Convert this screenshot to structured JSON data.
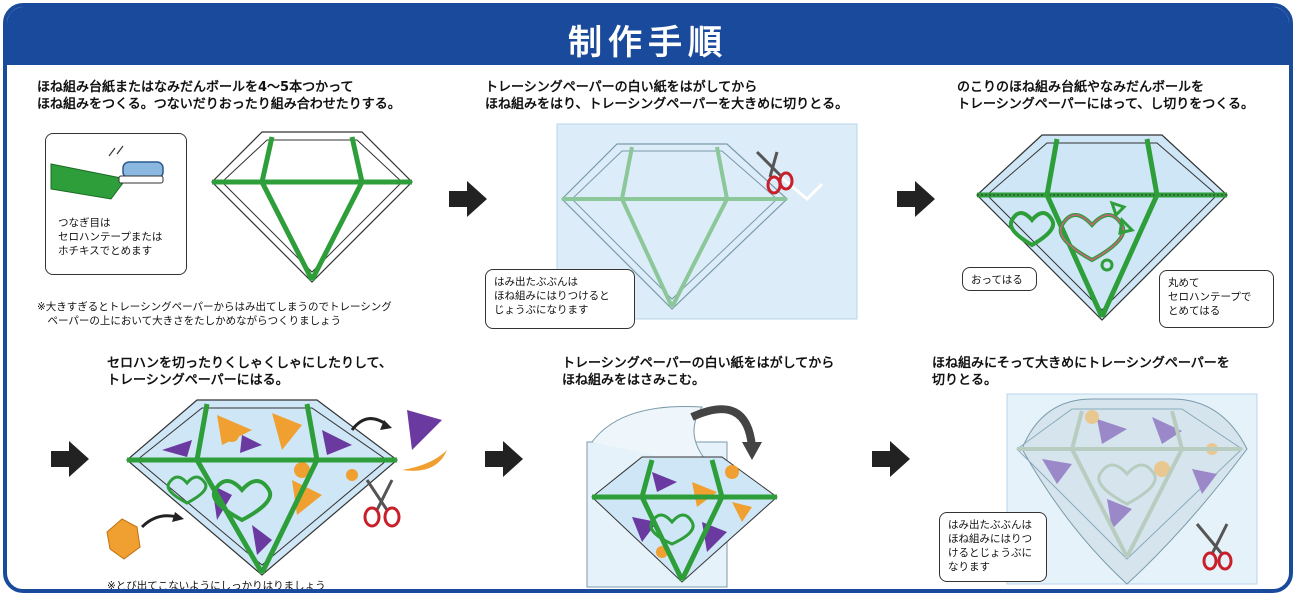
{
  "title": "制作手順",
  "steps": [
    {
      "caption": "ほね組み台紙またはなみだんボールを4〜5本つかって\nほね組みをつくる。つないだりおったり組み合わせたりする。",
      "bubble": "つなぎ目は\nセロハンテープまたは\nホチキスでとめます",
      "note": "※大きすぎるとトレーシングペーパーからはみ出てしまうのでトレーシング\n　ペーパーの上において大きさをたしかめながらつくりましょう"
    },
    {
      "caption": "トレーシングペーパーの白い紙をはがしてから\nほね組みをはり、トレーシングペーパーを大きめに切りとる。",
      "bubble": "はみ出たぶぶんは\nほね組みにはりつけると\nじょうぶになります"
    },
    {
      "caption": "のこりのほね組み台紙やなみだんボールを\nトレーシングペーパーにはって、し切りをつくる。",
      "bubble_left": "おってはる",
      "bubble_right": "丸めて\nセロハンテープで\nとめてはる"
    },
    {
      "caption": "セロハンを切ったりくしゃくしゃにしたりして、\nトレーシングペーパーにはる。",
      "note": "※とび出てこないようにしっかりはりましょう"
    },
    {
      "caption": "トレーシングペーパーの白い紙をはがしてから\nほね組みをはさみこむ。"
    },
    {
      "caption": "ほね組みにそって大きめにトレーシングペーパーを\n切りとる。",
      "bubble": "はみ出たぶぶんは\nほね組みにはりつ\nけるとじょうぶに\nなります"
    }
  ],
  "colors": {
    "header": "#1a4a9c",
    "frame_green": "#2e9e3a",
    "tracing_blue": "#d6ecf8",
    "cellophane_orange": "#f0a030",
    "cellophane_purple": "#6a3aa0",
    "scissors_red": "#c8202a"
  }
}
